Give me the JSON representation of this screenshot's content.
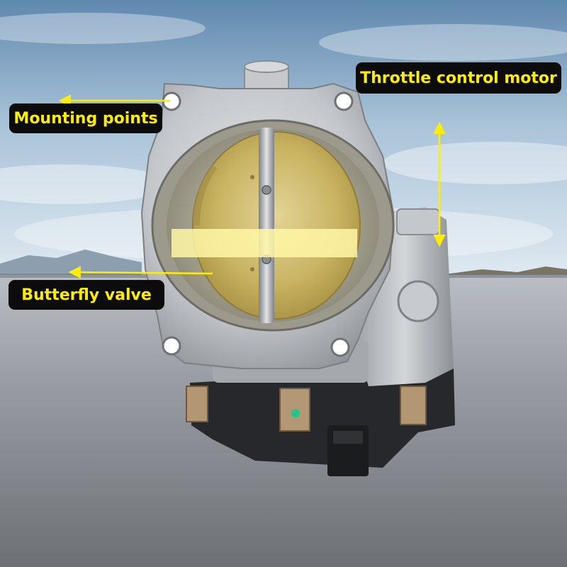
{
  "labels": {
    "mounting_points": "Mounting points",
    "throttle_control_motor": "Throttle control motor",
    "butterfly_valve": "Butterfly valve"
  },
  "colors": {
    "label_background": "#0c0c0c",
    "label_text": "#ffee00",
    "arrow": "#ffee00",
    "sky_top": "#6d93b6",
    "asphalt": "#8a8d92",
    "brass": "#c9b56a",
    "aluminum": "#b9bcc0"
  }
}
